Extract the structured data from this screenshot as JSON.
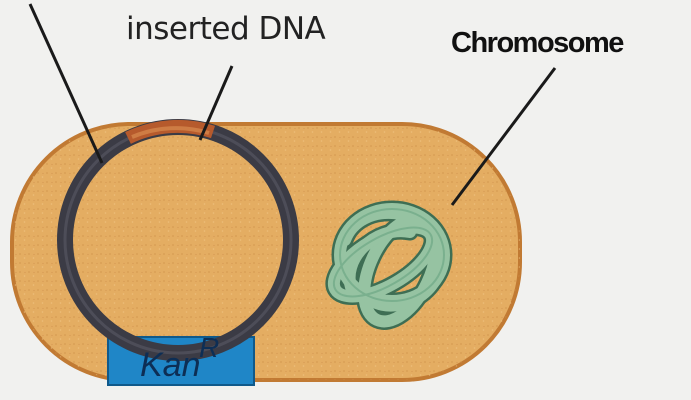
{
  "labels": {
    "inserted_dna": "inserted DNA",
    "chromosome": "Chromosome",
    "marker_main": "Kan",
    "marker_sup": "R"
  },
  "colors": {
    "background": "#f1f1ef",
    "cell_fill": "#e4ad62",
    "cell_outline": "#c17a33",
    "plasmid_ring": "#3b3b45",
    "inserted_segment": "#b65a2c",
    "kan_box": "#1f86c7",
    "chromosome_fill": "#96c3a2",
    "chromosome_outline": "#3e6e54"
  }
}
